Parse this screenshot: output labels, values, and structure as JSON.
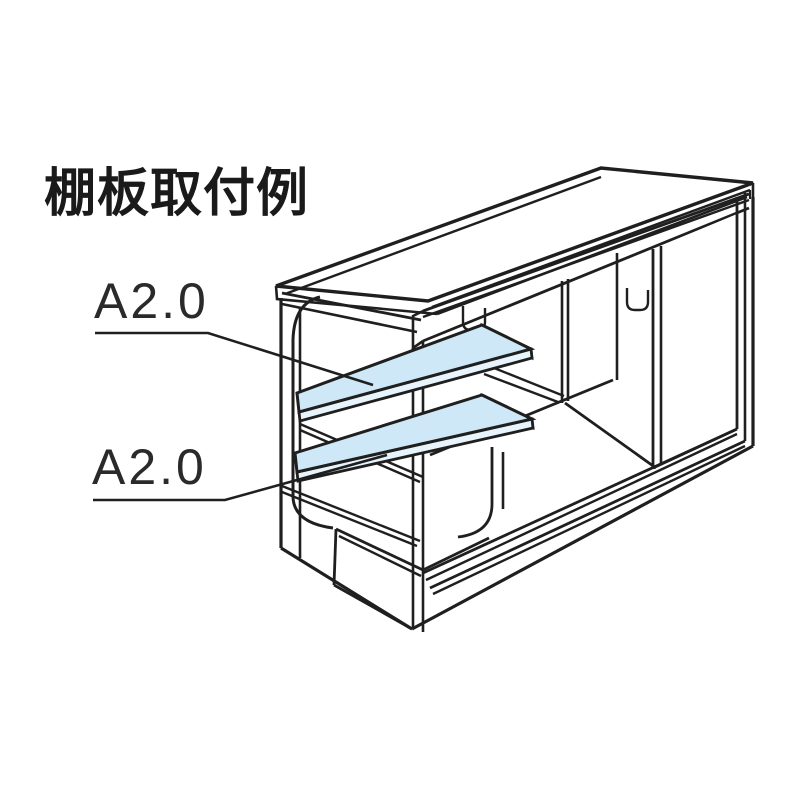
{
  "page": {
    "background": "#ffffff"
  },
  "diagram": {
    "title": "棚板取付例",
    "labels": {
      "shelf_upper": "A2.0",
      "shelf_lower": "A2.0"
    },
    "colors": {
      "line": "#1f1f1f",
      "text": "#1a1a1a",
      "shelf_top": "#cfe8f7",
      "shelf_edge": "#e8f4fb",
      "panel": "#ffffff"
    }
  }
}
